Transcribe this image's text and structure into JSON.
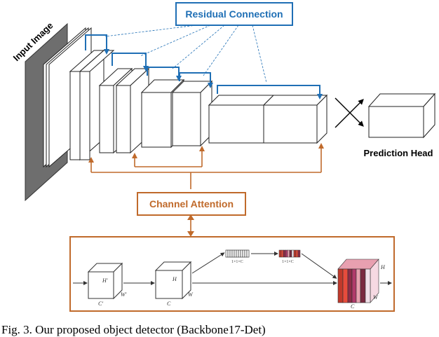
{
  "labels": {
    "input_image": "Input Image",
    "residual_connection": "Residual Connection",
    "prediction_head": "Prediction Head",
    "channel_attention": "Channel Attention"
  },
  "attention_detail": {
    "cube1_h": "H'",
    "cube1_w": "W'",
    "cube1_c": "C'",
    "cube2_h": "H",
    "cube2_w": "W",
    "cube2_c": "C",
    "vector1_dims": "1×1×C",
    "vector2_dims": "1×1×C",
    "output_h": "H",
    "output_w": "W",
    "output_c": "C"
  },
  "caption": "Fig. 3. Our proposed object detector (Backbone17-Det)",
  "colors": {
    "residual_blue": "#1f6fb5",
    "attention_orange": "#c06a2b",
    "input_gray": "#707070",
    "stripes": [
      "#c0392b",
      "#e74c3c",
      "#8e2c48",
      "#b03a6a",
      "#e8a0b0",
      "#7a2a40",
      "#f0e0e8"
    ]
  }
}
